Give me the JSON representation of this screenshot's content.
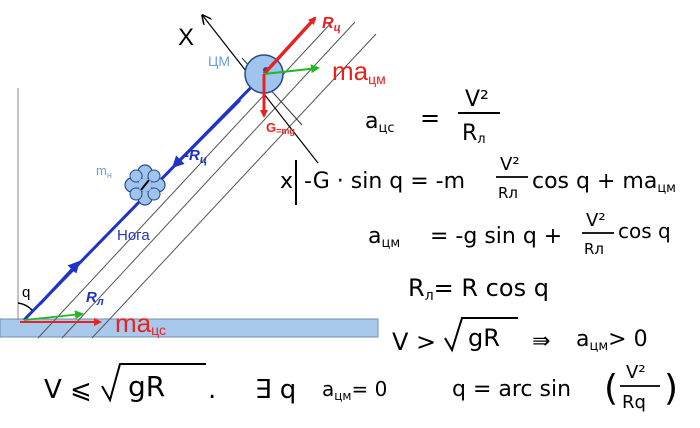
{
  "diagram": {
    "axis_x": "X",
    "angle": "q",
    "cm": "ЦМ",
    "r_c": "R",
    "r_c_sub": "ц",
    "ma_cm": "ma",
    "ma_cm_sub": "цм",
    "g_label": "G",
    "g_sub": "=m",
    "g_sub2": "g",
    "minus_r": "-R",
    "minus_r_sub": "ц",
    "m_n": "m",
    "m_n_sub": "н",
    "leg": "Нога",
    "r_l": "R",
    "r_l_sub": "л",
    "ma_c": "ma",
    "ma_c_sub": "цс"
  },
  "equations": {
    "eq1": "a",
    "eq1_sub": "цс",
    "eq1_rhs": "=",
    "eq1_num": "V²",
    "eq1_den": "R",
    "eq1_den_sub": "л",
    "eq2_axis": "x",
    "eq2_lhs": "-G · sin q = -m",
    "eq2_num": "V²",
    "eq2_den": "Rл",
    "eq2_rest": "cos q + ma",
    "eq2_rest_sub": "цм",
    "eq3_lhs": "a",
    "eq3_lhs_sub": "цм",
    "eq3_mid": "= -g sin q +",
    "eq3_num": "V²",
    "eq3_den": "Rл",
    "eq3_rest": "cos q",
    "eq4": "R",
    "eq4_sub": "л",
    "eq4_rest": "= R cos q",
    "eq5_lhs": "V >",
    "eq5_root": "gR",
    "eq5_impl": "⇛",
    "eq5_rhs": "a",
    "eq5_rhs_sub": "цм",
    "eq5_rhs_rest": "> 0",
    "eq6_lhs": "V ⩽",
    "eq6_root": "gR",
    "eq6_dot": ".",
    "eq6_exists": "∃ q",
    "eq6_a": "a",
    "eq6_a_sub": "цм",
    "eq6_a_rest": "= 0",
    "eq6_q": "q = arc sin",
    "eq6_num": "V²",
    "eq6_den": "Rq"
  }
}
